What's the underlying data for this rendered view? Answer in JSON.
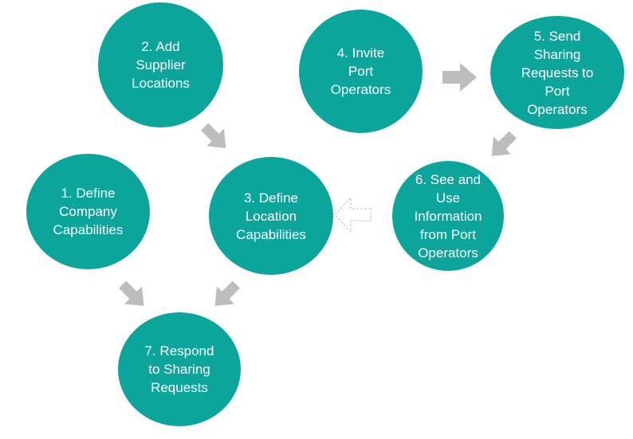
{
  "canvas": {
    "background": "#ffffff"
  },
  "colors": {
    "node_fill": "#0BA59B",
    "node_text": "#ffffff",
    "arrow_fill": "#BDBDBD",
    "dashed_arrow_stroke": "#C0C0C0",
    "dashed_arrow_fill": "#ffffff"
  },
  "diagram": {
    "type": "process-flow",
    "nodes": [
      {
        "id": "1",
        "label": "1. Define\nCompany\nCapabilities"
      },
      {
        "id": "2",
        "label": "2. Add\nSupplier\nLocations"
      },
      {
        "id": "3",
        "label": "3. Define\nLocation\nCapabilities"
      },
      {
        "id": "4",
        "label": "4. Invite\nPort\nOperators"
      },
      {
        "id": "5",
        "label": "5. Send\nSharing\nRequests to\nPort\nOperators"
      },
      {
        "id": "6",
        "label": "6. See and\nUse\nInformation\nfrom Port\nOperators"
      },
      {
        "id": "7",
        "label": "7. Respond\nto Sharing\nRequests"
      }
    ],
    "connectors": [
      {
        "from": "2",
        "to": "3",
        "style": "solid",
        "direction": "down-right"
      },
      {
        "from": "4",
        "to": "5",
        "style": "solid",
        "direction": "right"
      },
      {
        "from": "5",
        "to": "6",
        "style": "solid",
        "direction": "down-left"
      },
      {
        "from": "6",
        "to": "3",
        "style": "dashed-outline",
        "direction": "left"
      },
      {
        "from": "1",
        "to": "7",
        "style": "solid",
        "direction": "down-right"
      },
      {
        "from": "3",
        "to": "7",
        "style": "solid",
        "direction": "down-left"
      }
    ]
  }
}
